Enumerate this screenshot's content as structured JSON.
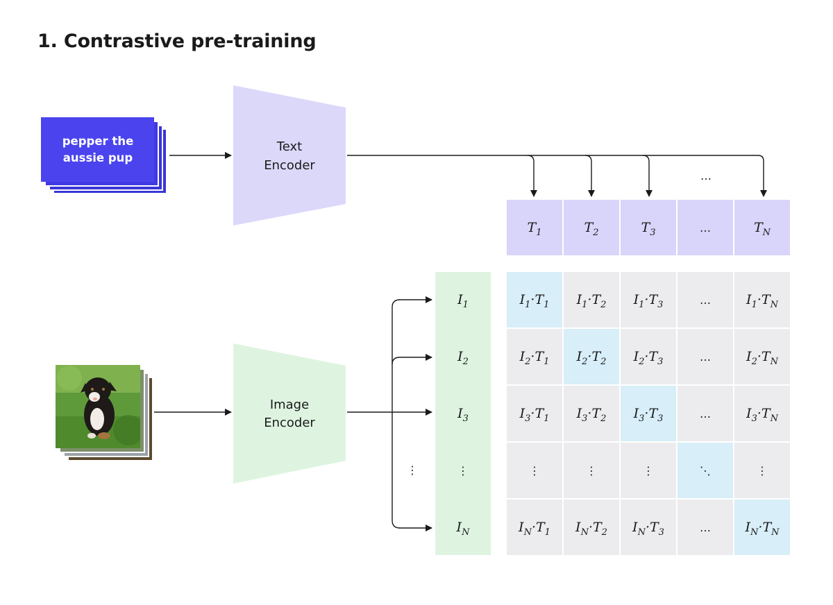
{
  "title": "1. Contrastive pre-training",
  "text_input": {
    "line1": "pepper the",
    "line2": "aussie pup"
  },
  "text_encoder": {
    "line1": "Text",
    "line2": "Encoder"
  },
  "image_encoder": {
    "line1": "Image",
    "line2": "Encoder"
  },
  "text_features": [
    {
      "base": "T",
      "sub": "1"
    },
    {
      "base": "T",
      "sub": "2"
    },
    {
      "base": "T",
      "sub": "3"
    },
    {
      "base": "…",
      "sub": ""
    },
    {
      "base": "T",
      "sub": "N"
    }
  ],
  "image_features": [
    {
      "base": "I",
      "sub": "1"
    },
    {
      "base": "I",
      "sub": "2"
    },
    {
      "base": "I",
      "sub": "3"
    },
    {
      "base": "⋮",
      "sub": ""
    },
    {
      "base": "I",
      "sub": "N"
    }
  ],
  "ellipsis_top": "…",
  "ellipsis_left": "⋮",
  "cells": [
    [
      "I1·T1",
      "I1·T2",
      "I1·T3",
      "…",
      "I1·TN"
    ],
    [
      "I2·T1",
      "I2·T2",
      "I2·T3",
      "…",
      "I2·TN"
    ],
    [
      "I3·T1",
      "I3·T2",
      "I3·T3",
      "…",
      "I3·TN"
    ],
    [
      "⋮",
      "⋮",
      "⋮",
      "⋱",
      "⋮"
    ],
    [
      "IN·T1",
      "IN·T2",
      "IN·T3",
      "…",
      "IN·TN"
    ]
  ],
  "colors": {
    "text_card": "#4b44ee",
    "text_card_back": "#3a36d6",
    "text_encoder": "#dcd8fa",
    "image_encoder": "#def4e1",
    "text_feature_cell": "#d8d4fa",
    "image_feature_cell": "#def4e1",
    "matrix_cell": "#ececee",
    "diagonal_cell": "#d8eef8",
    "line": "#1a1a1a"
  }
}
